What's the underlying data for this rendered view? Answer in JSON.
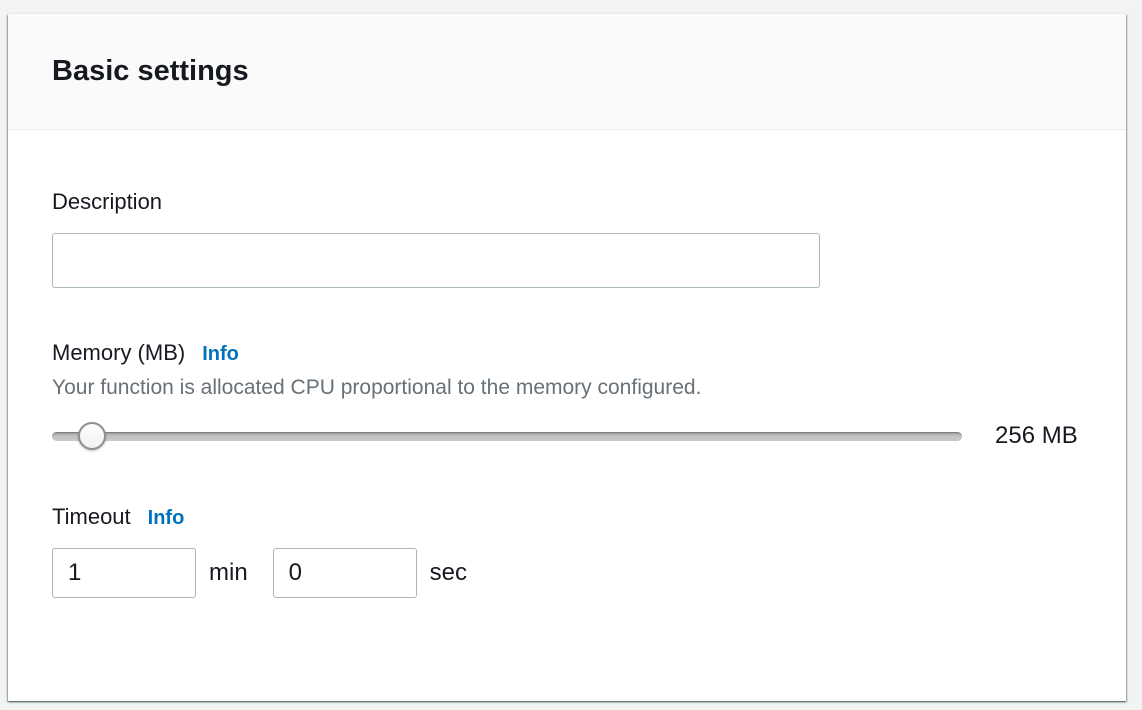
{
  "panel": {
    "title": "Basic settings"
  },
  "description": {
    "label": "Description",
    "value": ""
  },
  "memory": {
    "label": "Memory (MB)",
    "info_label": "Info",
    "help_text": "Your function is allocated CPU proportional to the memory configured.",
    "value_label": "256 MB",
    "slider_percent": 4.4
  },
  "timeout": {
    "label": "Timeout",
    "info_label": "Info",
    "minutes_value": "1",
    "minutes_unit": "min",
    "seconds_value": "0",
    "seconds_unit": "sec"
  },
  "colors": {
    "accent_blue": "#0073bb",
    "heading_text": "#16191f",
    "help_text_gray": "#687078",
    "input_border": "#aab7b8",
    "panel_header_bg": "#fafafa",
    "divider": "#eaeded",
    "page_bg": "#f2f3f3"
  }
}
